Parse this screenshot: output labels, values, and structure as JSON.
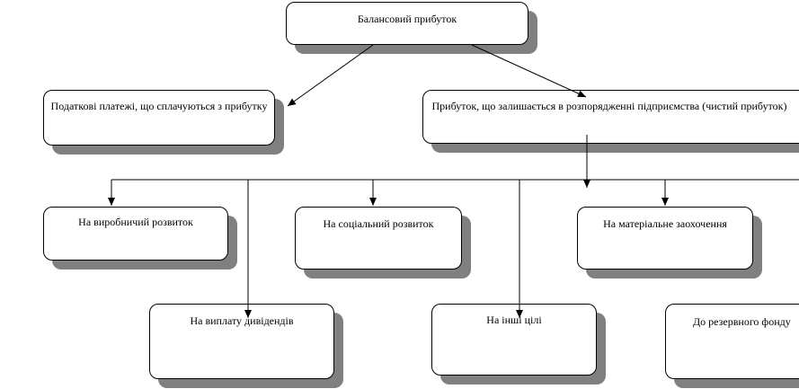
{
  "root": {
    "label": "Балансовий прибуток"
  },
  "taxes": {
    "label": "Податкові платежі, що сплачуються з прибутку"
  },
  "net_profit": {
    "label": "Прибуток, що залишається  в розпорядженні підприємства (чистий прибуток)"
  },
  "uses": {
    "production": "На виробничий розвиток",
    "social": "На соціальний розвиток",
    "incentives": "На матеріальне заохочення",
    "dividends": "На виплату дивідендів",
    "other": "На інші цілі",
    "reserve": "До резервного фонду"
  }
}
